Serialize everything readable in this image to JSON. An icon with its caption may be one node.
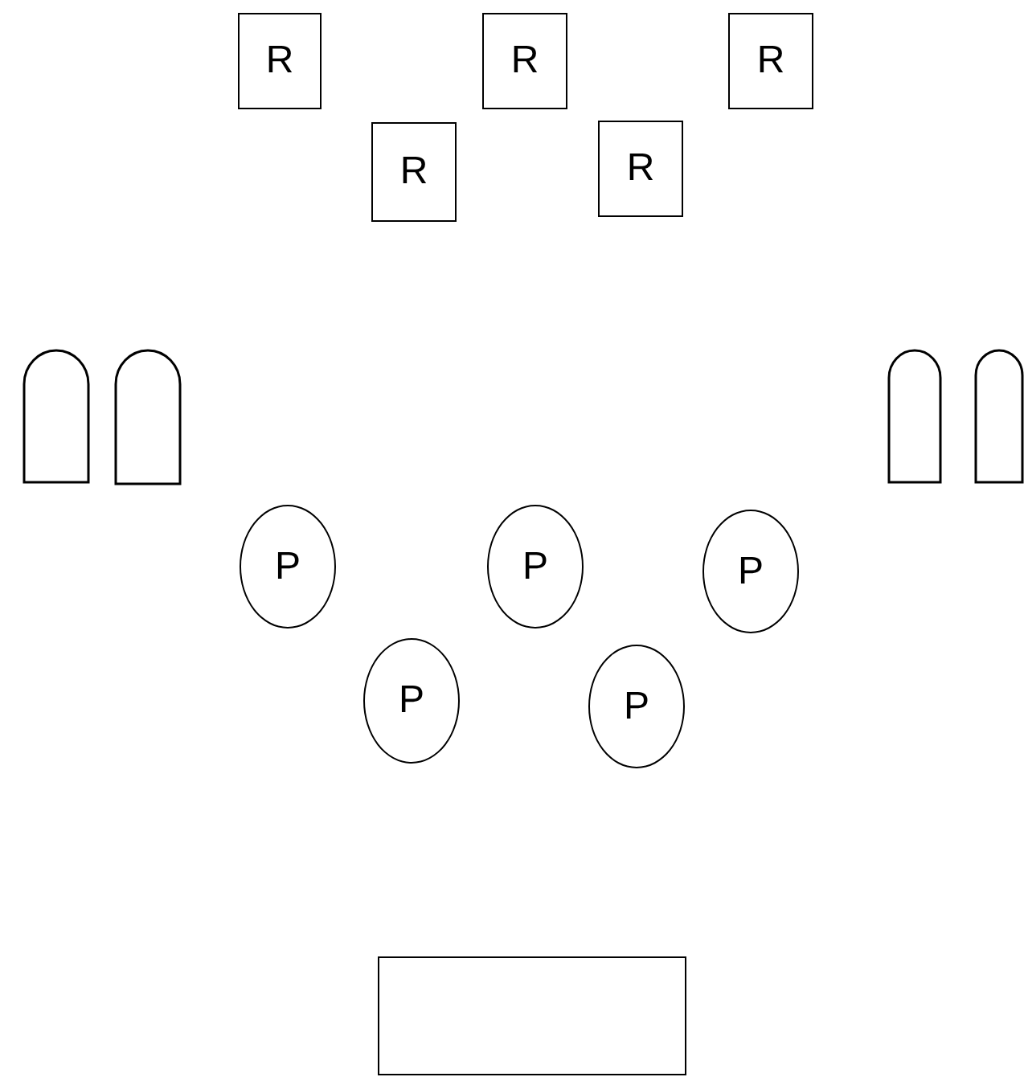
{
  "diagram": {
    "nodes": [
      {
        "text": [
          "R"
        ]
      },
      {
        "text": [
          "R"
        ]
      },
      {
        "text": [
          "R"
        ]
      },
      {
        "text": [
          "R"
        ]
      },
      {
        "text": [
          "R"
        ]
      },
      {
        "text": [],
        "shape": "arch"
      },
      {
        "text": [],
        "shape": "arch"
      },
      {
        "text": [],
        "shape": "arch"
      },
      {
        "text": [],
        "shape": "arch"
      },
      {
        "text": [
          "P"
        ]
      },
      {
        "text": [
          "P"
        ]
      },
      {
        "text": [
          "P"
        ]
      },
      {
        "text": [
          "P"
        ]
      },
      {
        "text": [
          "P"
        ]
      },
      {
        "text": [],
        "shape": "box"
      }
    ]
  }
}
